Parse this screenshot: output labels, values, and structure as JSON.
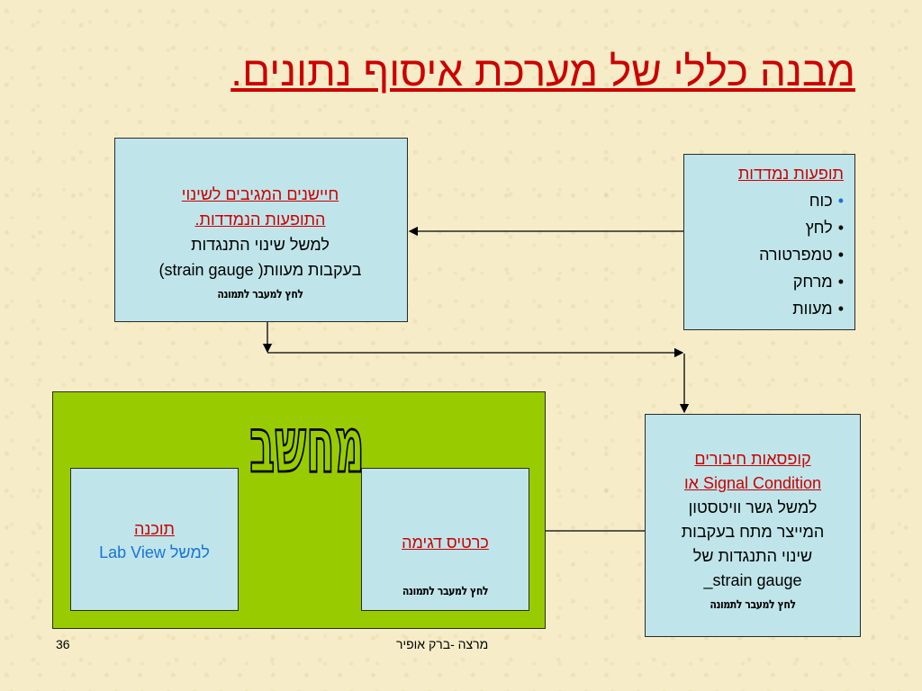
{
  "title": "מבנה כללי של מערכת איסוף נתונים.",
  "sensors": {
    "heading_line1": "חיישנים המגיבים לשינוי",
    "heading_line2": "התופעות הנמדדות.",
    "line3": "למשל שינוי התנגדות",
    "line4": "בעקבות מעוות( strain gauge)",
    "hint": "לחץ למעבר לתמונה"
  },
  "phenomena": {
    "heading": "תופעות נמדדות",
    "items": [
      "כוח",
      "לחץ",
      "טמפרטורה",
      "מרחק",
      "מעוות"
    ]
  },
  "signal": {
    "line1": "קופסאות חיבורים",
    "line2": "Signal Condition או",
    "line3": "למשל גשר וויטסטון",
    "line4": "המייצר מתח בעקבות",
    "line5": "שינוי התנגדות של",
    "line6": "strain gauge_",
    "hint": "לחץ למעבר לתמונה"
  },
  "computer": {
    "title": "מחשב",
    "software": {
      "label": "תוכנה",
      "example_prefix": "למשל ",
      "example_name": "Lab View"
    },
    "card": {
      "label": "כרטיס דגימה",
      "hint": "לחץ למעבר לתמונה"
    }
  },
  "footer": {
    "slide_number": "36",
    "presenter": "מרצה  -ברק אופיר"
  },
  "colors": {
    "background": "#f6edc8",
    "box_fill": "#bfe5ea",
    "computer_fill": "#99cc00",
    "accent_red": "#cc0000",
    "accent_blue": "#1a73d6"
  }
}
